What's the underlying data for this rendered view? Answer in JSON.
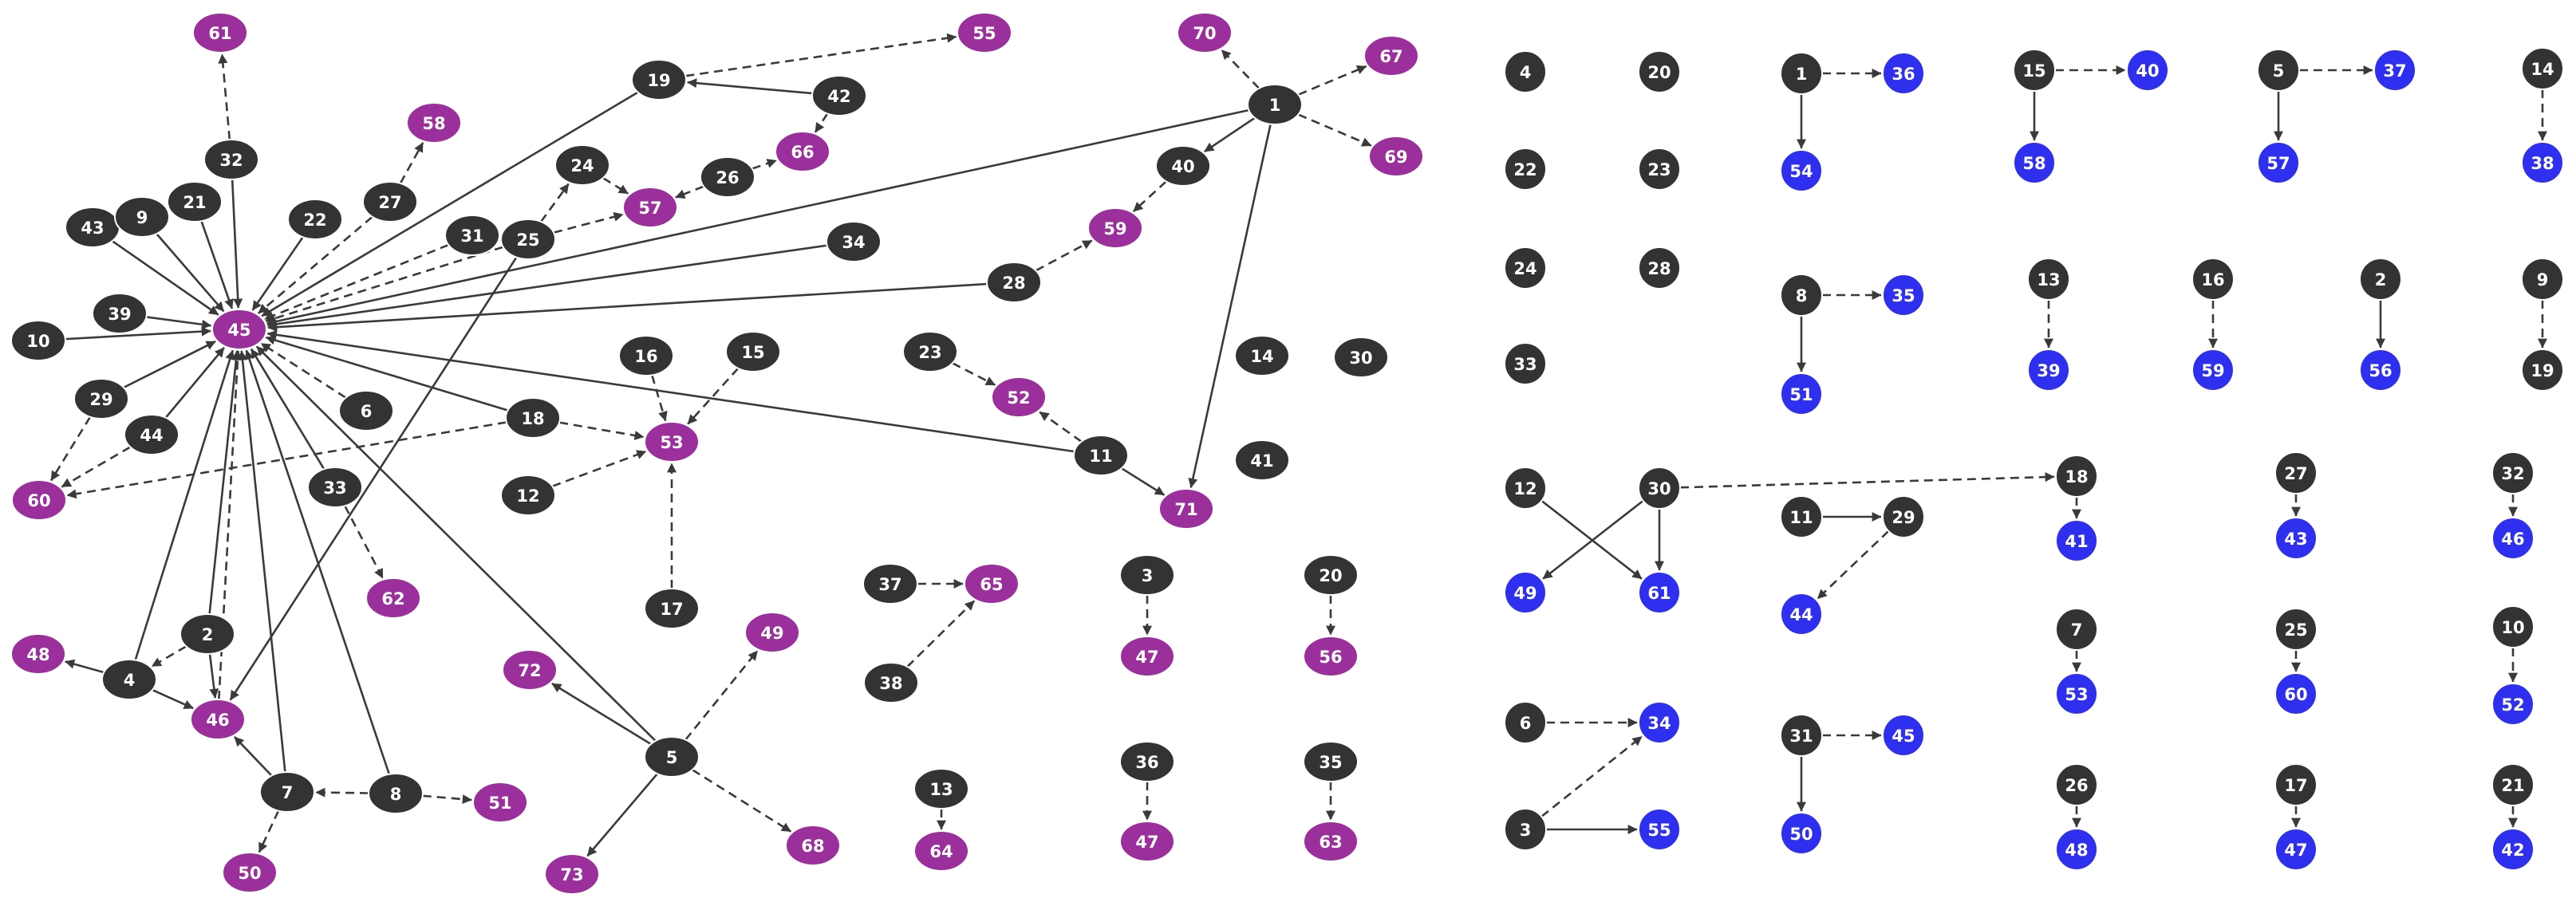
{
  "colors": {
    "source": "#333333",
    "target_left": "#9b2f9b",
    "target_right": "#2f2ff0",
    "edge": "#3a3a3a"
  },
  "left": {
    "nodes": [
      {
        "id": "L45",
        "label": "45",
        "c": "t"
      },
      {
        "id": "L61",
        "label": "61",
        "c": "t"
      },
      {
        "id": "L32",
        "label": "32",
        "c": "s"
      },
      {
        "id": "L19",
        "label": "19",
        "c": "s"
      },
      {
        "id": "L55",
        "label": "55",
        "c": "t"
      },
      {
        "id": "L42",
        "label": "42",
        "c": "s"
      },
      {
        "id": "L66",
        "label": "66",
        "c": "t"
      },
      {
        "id": "L26",
        "label": "26",
        "c": "s"
      },
      {
        "id": "L57",
        "label": "57",
        "c": "t"
      },
      {
        "id": "L24",
        "label": "24",
        "c": "s"
      },
      {
        "id": "L25",
        "label": "25",
        "c": "s"
      },
      {
        "id": "L70",
        "label": "70",
        "c": "t"
      },
      {
        "id": "L67",
        "label": "67",
        "c": "t"
      },
      {
        "id": "L1",
        "label": "1",
        "c": "s"
      },
      {
        "id": "L69",
        "label": "69",
        "c": "t"
      },
      {
        "id": "L40",
        "label": "40",
        "c": "s"
      },
      {
        "id": "L59",
        "label": "59",
        "c": "t"
      },
      {
        "id": "L58",
        "label": "58",
        "c": "t"
      },
      {
        "id": "L27",
        "label": "27",
        "c": "s"
      },
      {
        "id": "L43",
        "label": "43",
        "c": "s"
      },
      {
        "id": "L9",
        "label": "9",
        "c": "s"
      },
      {
        "id": "L21",
        "label": "21",
        "c": "s"
      },
      {
        "id": "L22",
        "label": "22",
        "c": "s"
      },
      {
        "id": "L31",
        "label": "31",
        "c": "s"
      },
      {
        "id": "L34",
        "label": "34",
        "c": "s"
      },
      {
        "id": "L28",
        "label": "28",
        "c": "s"
      },
      {
        "id": "L39",
        "label": "39",
        "c": "s"
      },
      {
        "id": "L10",
        "label": "10",
        "c": "s"
      },
      {
        "id": "L29",
        "label": "29",
        "c": "s"
      },
      {
        "id": "L44",
        "label": "44",
        "c": "s"
      },
      {
        "id": "L60",
        "label": "60",
        "c": "t"
      },
      {
        "id": "L6",
        "label": "6",
        "c": "s"
      },
      {
        "id": "L18",
        "label": "18",
        "c": "s"
      },
      {
        "id": "L16",
        "label": "16",
        "c": "s"
      },
      {
        "id": "L15",
        "label": "15",
        "c": "s"
      },
      {
        "id": "L53",
        "label": "53",
        "c": "t"
      },
      {
        "id": "L12",
        "label": "12",
        "c": "s"
      },
      {
        "id": "L17",
        "label": "17",
        "c": "s"
      },
      {
        "id": "L23",
        "label": "23",
        "c": "s"
      },
      {
        "id": "L52",
        "label": "52",
        "c": "t"
      },
      {
        "id": "L11",
        "label": "11",
        "c": "s"
      },
      {
        "id": "L71",
        "label": "71",
        "c": "t"
      },
      {
        "id": "L14",
        "label": "14",
        "c": "s"
      },
      {
        "id": "L30",
        "label": "30",
        "c": "s"
      },
      {
        "id": "L41",
        "label": "41",
        "c": "s"
      },
      {
        "id": "L33",
        "label": "33",
        "c": "s"
      },
      {
        "id": "L62",
        "label": "62",
        "c": "t"
      },
      {
        "id": "L2",
        "label": "2",
        "c": "s"
      },
      {
        "id": "L48",
        "label": "48",
        "c": "t"
      },
      {
        "id": "L4",
        "label": "4",
        "c": "s"
      },
      {
        "id": "L46",
        "label": "46",
        "c": "t"
      },
      {
        "id": "L7",
        "label": "7",
        "c": "s"
      },
      {
        "id": "L8",
        "label": "8",
        "c": "s"
      },
      {
        "id": "L51",
        "label": "51",
        "c": "t"
      },
      {
        "id": "L50",
        "label": "50",
        "c": "t"
      },
      {
        "id": "L72",
        "label": "72",
        "c": "t"
      },
      {
        "id": "L5",
        "label": "5",
        "c": "s"
      },
      {
        "id": "L49",
        "label": "49",
        "c": "t"
      },
      {
        "id": "L73",
        "label": "73",
        "c": "t"
      },
      {
        "id": "L68",
        "label": "68",
        "c": "t"
      },
      {
        "id": "L37",
        "label": "37",
        "c": "s"
      },
      {
        "id": "L65",
        "label": "65",
        "c": "t"
      },
      {
        "id": "L38",
        "label": "38",
        "c": "s"
      },
      {
        "id": "L13",
        "label": "13",
        "c": "s"
      },
      {
        "id": "L64",
        "label": "64",
        "c": "t"
      },
      {
        "id": "L3",
        "label": "3",
        "c": "s"
      },
      {
        "id": "L47a",
        "label": "47",
        "c": "t"
      },
      {
        "id": "L20",
        "label": "20",
        "c": "s"
      },
      {
        "id": "L56",
        "label": "56",
        "c": "t"
      },
      {
        "id": "L36",
        "label": "36",
        "c": "s"
      },
      {
        "id": "L47b",
        "label": "47",
        "c": "t"
      },
      {
        "id": "L35",
        "label": "35",
        "c": "s"
      },
      {
        "id": "L63",
        "label": "63",
        "c": "t"
      }
    ],
    "edges": [
      [
        "L32",
        "L61",
        1
      ],
      [
        "L19",
        "L55",
        1
      ],
      [
        "L42",
        "L19",
        0
      ],
      [
        "L42",
        "L66",
        1
      ],
      [
        "L26",
        "L66",
        1
      ],
      [
        "L26",
        "L57",
        1
      ],
      [
        "L24",
        "L57",
        1
      ],
      [
        "L25",
        "L57",
        1
      ],
      [
        "L25",
        "L24",
        1
      ],
      [
        "L25",
        "L46",
        0
      ],
      [
        "L1",
        "L70",
        1
      ],
      [
        "L1",
        "L67",
        1
      ],
      [
        "L1",
        "L69",
        1
      ],
      [
        "L1",
        "L40",
        0
      ],
      [
        "L40",
        "L59",
        1
      ],
      [
        "L28",
        "L59",
        1
      ],
      [
        "L1",
        "L71",
        0
      ],
      [
        "L27",
        "L58",
        1
      ],
      [
        "L43",
        "L45",
        0
      ],
      [
        "L9",
        "L45",
        0
      ],
      [
        "L21",
        "L45",
        0
      ],
      [
        "L22",
        "L45",
        0
      ],
      [
        "L31",
        "L45",
        1
      ],
      [
        "L32",
        "L45",
        0
      ],
      [
        "L27",
        "L45",
        1
      ],
      [
        "L19",
        "L45",
        0
      ],
      [
        "L25",
        "L45",
        1
      ],
      [
        "L34",
        "L45",
        0
      ],
      [
        "L1",
        "L45",
        0
      ],
      [
        "L28",
        "L45",
        0
      ],
      [
        "L39",
        "L45",
        0
      ],
      [
        "L10",
        "L45",
        0
      ],
      [
        "L29",
        "L45",
        0
      ],
      [
        "L44",
        "L45",
        0
      ],
      [
        "L6",
        "L45",
        1
      ],
      [
        "L18",
        "L45",
        0
      ],
      [
        "L11",
        "L45",
        0
      ],
      [
        "L33",
        "L45",
        0
      ],
      [
        "L2",
        "L45",
        0
      ],
      [
        "L4",
        "L45",
        0
      ],
      [
        "L7",
        "L45",
        0
      ],
      [
        "L8",
        "L45",
        0
      ],
      [
        "L5",
        "L45",
        0
      ],
      [
        "L46",
        "L45",
        1
      ],
      [
        "L29",
        "L60",
        1
      ],
      [
        "L44",
        "L60",
        1
      ],
      [
        "L18",
        "L60",
        1
      ],
      [
        "L18",
        "L53",
        1
      ],
      [
        "L16",
        "L53",
        1
      ],
      [
        "L15",
        "L53",
        1
      ],
      [
        "L12",
        "L53",
        1
      ],
      [
        "L17",
        "L53",
        1
      ],
      [
        "L23",
        "L52",
        1
      ],
      [
        "L11",
        "L52",
        1
      ],
      [
        "L11",
        "L71",
        0
      ],
      [
        "L33",
        "L62",
        1
      ],
      [
        "L2",
        "L4",
        1
      ],
      [
        "L2",
        "L46",
        0
      ],
      [
        "L4",
        "L48",
        0
      ],
      [
        "L4",
        "L46",
        0
      ],
      [
        "L7",
        "L46",
        0
      ],
      [
        "L8",
        "L7",
        1
      ],
      [
        "L8",
        "L51",
        1
      ],
      [
        "L7",
        "L50",
        1
      ],
      [
        "L5",
        "L72",
        0
      ],
      [
        "L5",
        "L49",
        1
      ],
      [
        "L5",
        "L73",
        0
      ],
      [
        "L5",
        "L68",
        1
      ],
      [
        "L37",
        "L65",
        1
      ],
      [
        "L38",
        "L65",
        1
      ],
      [
        "L13",
        "L64",
        1
      ],
      [
        "L3",
        "L47a",
        1
      ],
      [
        "L20",
        "L56",
        1
      ],
      [
        "L36",
        "L47b",
        1
      ],
      [
        "L35",
        "L63",
        1
      ]
    ]
  },
  "right": {
    "nodes": [
      {
        "id": "R4",
        "label": "4",
        "c": "s"
      },
      {
        "id": "R20",
        "label": "20",
        "c": "s"
      },
      {
        "id": "R22",
        "label": "22",
        "c": "s"
      },
      {
        "id": "R23",
        "label": "23",
        "c": "s"
      },
      {
        "id": "R24",
        "label": "24",
        "c": "s"
      },
      {
        "id": "R28",
        "label": "28",
        "c": "s"
      },
      {
        "id": "R33",
        "label": "33",
        "c": "s"
      },
      {
        "id": "R1",
        "label": "1",
        "c": "s"
      },
      {
        "id": "R36",
        "label": "36",
        "c": "b"
      },
      {
        "id": "R54",
        "label": "54",
        "c": "b"
      },
      {
        "id": "R15",
        "label": "15",
        "c": "s"
      },
      {
        "id": "R40",
        "label": "40",
        "c": "b"
      },
      {
        "id": "R58",
        "label": "58",
        "c": "b"
      },
      {
        "id": "R5",
        "label": "5",
        "c": "s"
      },
      {
        "id": "R37",
        "label": "37",
        "c": "b"
      },
      {
        "id": "R57",
        "label": "57",
        "c": "b"
      },
      {
        "id": "R14",
        "label": "14",
        "c": "s"
      },
      {
        "id": "R38",
        "label": "38",
        "c": "b"
      },
      {
        "id": "R8",
        "label": "8",
        "c": "s"
      },
      {
        "id": "R35",
        "label": "35",
        "c": "b"
      },
      {
        "id": "R51a",
        "label": "51",
        "c": "b"
      },
      {
        "id": "R13",
        "label": "13",
        "c": "s"
      },
      {
        "id": "R39",
        "label": "39",
        "c": "b"
      },
      {
        "id": "R16",
        "label": "16",
        "c": "s"
      },
      {
        "id": "R59",
        "label": "59",
        "c": "b"
      },
      {
        "id": "R2",
        "label": "2",
        "c": "s"
      },
      {
        "id": "R56",
        "label": "56",
        "c": "b"
      },
      {
        "id": "R9",
        "label": "9",
        "c": "s"
      },
      {
        "id": "R19",
        "label": "19",
        "c": "s"
      },
      {
        "id": "R12",
        "label": "12",
        "c": "s"
      },
      {
        "id": "R30",
        "label": "30",
        "c": "s"
      },
      {
        "id": "R49",
        "label": "49",
        "c": "b"
      },
      {
        "id": "R61",
        "label": "61",
        "c": "b"
      },
      {
        "id": "R11",
        "label": "11",
        "c": "s"
      },
      {
        "id": "R29",
        "label": "29",
        "c": "s"
      },
      {
        "id": "R44",
        "label": "44",
        "c": "b"
      },
      {
        "id": "R18",
        "label": "18",
        "c": "s"
      },
      {
        "id": "R41",
        "label": "41",
        "c": "b"
      },
      {
        "id": "R27",
        "label": "27",
        "c": "s"
      },
      {
        "id": "R43",
        "label": "43",
        "c": "b"
      },
      {
        "id": "R32",
        "label": "32",
        "c": "s"
      },
      {
        "id": "R46",
        "label": "46",
        "c": "b"
      },
      {
        "id": "R7",
        "label": "7",
        "c": "s"
      },
      {
        "id": "R53",
        "label": "53",
        "c": "b"
      },
      {
        "id": "R25",
        "label": "25",
        "c": "s"
      },
      {
        "id": "R60",
        "label": "60",
        "c": "b"
      },
      {
        "id": "R10",
        "label": "10",
        "c": "s"
      },
      {
        "id": "R52",
        "label": "52",
        "c": "b"
      },
      {
        "id": "R6",
        "label": "6",
        "c": "s"
      },
      {
        "id": "R34",
        "label": "34",
        "c": "b"
      },
      {
        "id": "R3",
        "label": "3",
        "c": "s"
      },
      {
        "id": "R55",
        "label": "55",
        "c": "b"
      },
      {
        "id": "R31",
        "label": "31",
        "c": "s"
      },
      {
        "id": "R45",
        "label": "45",
        "c": "b"
      },
      {
        "id": "R50",
        "label": "50",
        "c": "b"
      },
      {
        "id": "R26",
        "label": "26",
        "c": "s"
      },
      {
        "id": "R48",
        "label": "48",
        "c": "b"
      },
      {
        "id": "R17",
        "label": "17",
        "c": "s"
      },
      {
        "id": "R47",
        "label": "47",
        "c": "b"
      },
      {
        "id": "R21",
        "label": "21",
        "c": "s"
      },
      {
        "id": "R42",
        "label": "42",
        "c": "b"
      }
    ],
    "edges": [
      [
        "R1",
        "R36",
        1
      ],
      [
        "R1",
        "R54",
        0
      ],
      [
        "R15",
        "R40",
        1
      ],
      [
        "R15",
        "R58",
        0
      ],
      [
        "R5",
        "R37",
        1
      ],
      [
        "R5",
        "R57",
        0
      ],
      [
        "R14",
        "R38",
        1
      ],
      [
        "R8",
        "R35",
        1
      ],
      [
        "R8",
        "R51a",
        0
      ],
      [
        "R13",
        "R39",
        1
      ],
      [
        "R16",
        "R59",
        1
      ],
      [
        "R2",
        "R56",
        0
      ],
      [
        "R9",
        "R19",
        1
      ],
      [
        "R12",
        "R61",
        0
      ],
      [
        "R30",
        "R49",
        0
      ],
      [
        "R30",
        "R61",
        0
      ],
      [
        "R30",
        "R18",
        1
      ],
      [
        "R11",
        "R29",
        0
      ],
      [
        "R29",
        "R44",
        1
      ],
      [
        "R18",
        "R41",
        1
      ],
      [
        "R27",
        "R43",
        1
      ],
      [
        "R32",
        "R46",
        1
      ],
      [
        "R7",
        "R53",
        1
      ],
      [
        "R25",
        "R60",
        1
      ],
      [
        "R10",
        "R52",
        1
      ],
      [
        "R6",
        "R34",
        1
      ],
      [
        "R3",
        "R34",
        1
      ],
      [
        "R3",
        "R55",
        0
      ],
      [
        "R31",
        "R45",
        1
      ],
      [
        "R31",
        "R50",
        0
      ],
      [
        "R26",
        "R48",
        1
      ],
      [
        "R17",
        "R47",
        1
      ],
      [
        "R21",
        "R42",
        1
      ]
    ]
  }
}
